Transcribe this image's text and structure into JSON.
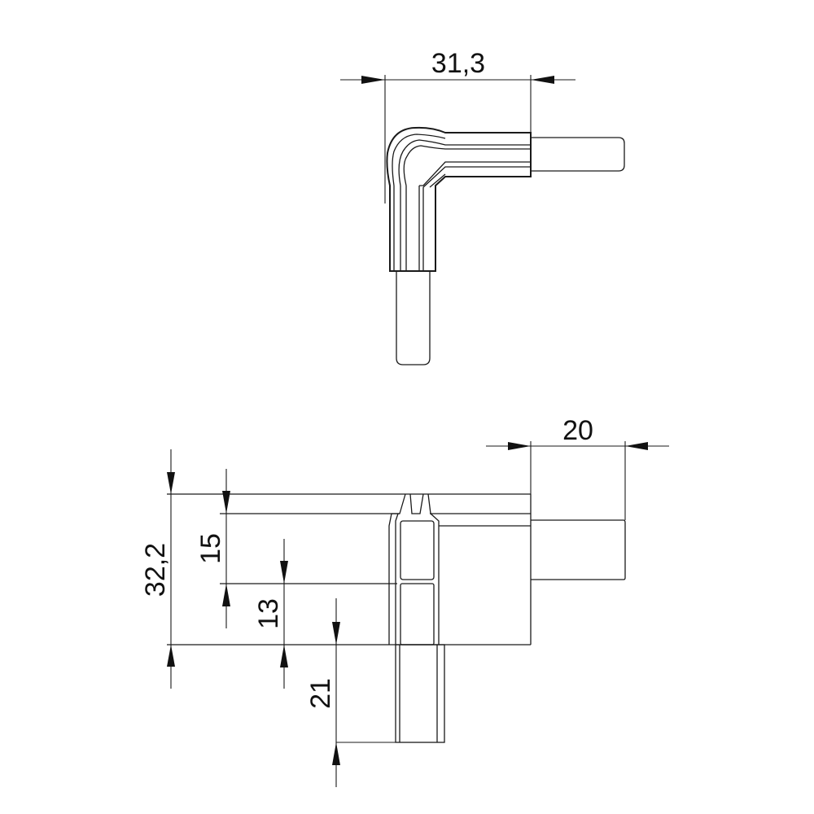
{
  "drawing": {
    "top_view": {
      "width_dimension": "31,3"
    },
    "side_view": {
      "total_height_dimension": "32,2",
      "upper_height_dimension": "15",
      "lower_height_dimension": "13",
      "stem_length_dimension": "21",
      "prong_length_dimension": "20"
    }
  },
  "colors": {
    "line": "#1a1a1a",
    "background": "#ffffff"
  }
}
